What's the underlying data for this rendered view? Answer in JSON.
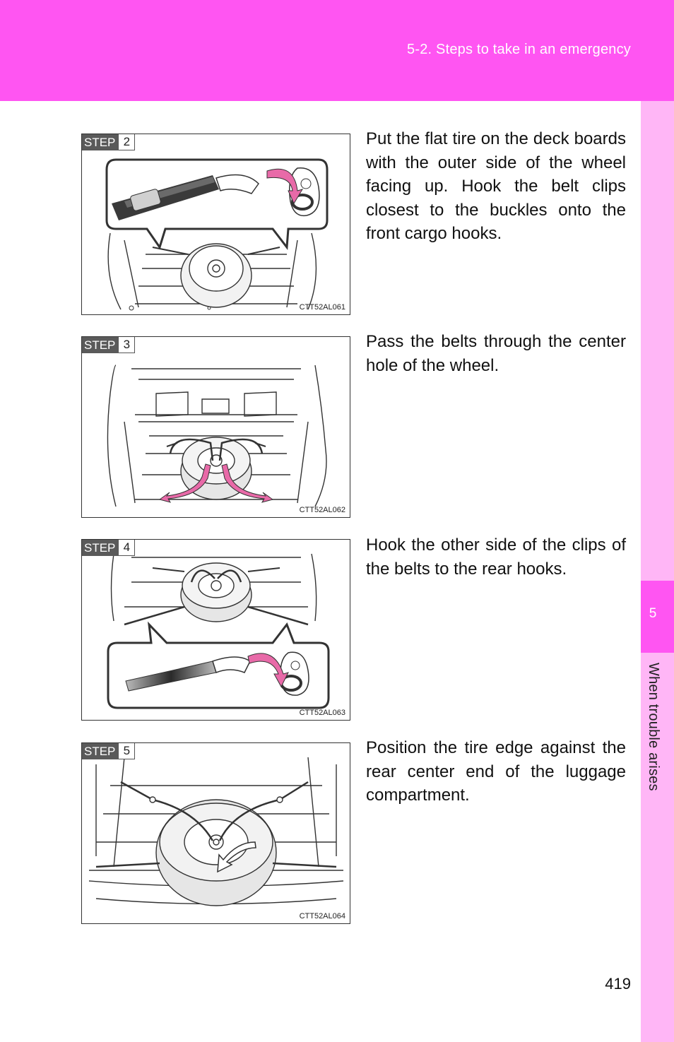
{
  "header": {
    "section": "5-2. Steps to take in an emergency",
    "color": "#ff55f2"
  },
  "sidebar": {
    "chapter_number": "5",
    "chapter_title": "When trouble arises",
    "strip_color": "#ffb6f6",
    "tab_color": "#ff55f2"
  },
  "step_label": "STEP",
  "steps": [
    {
      "number": "2",
      "figure_code": "CTT52AL061",
      "text": "Put the flat tire on the deck boards with the outer side of the wheel facing up. Hook the belt clips closest to the buckles onto the front cargo hooks."
    },
    {
      "number": "3",
      "figure_code": "CTT52AL062",
      "text": "Pass the belts through the center hole of the wheel."
    },
    {
      "number": "4",
      "figure_code": "CTT52AL063",
      "text": "Hook the other side of the clips of the belts to the rear hooks."
    },
    {
      "number": "5",
      "figure_code": "CTT52AL064",
      "text": "Position the tire edge against the rear center end of the luggage compartment."
    }
  ],
  "page_number": "419",
  "arrow_color": "#e86aa8"
}
